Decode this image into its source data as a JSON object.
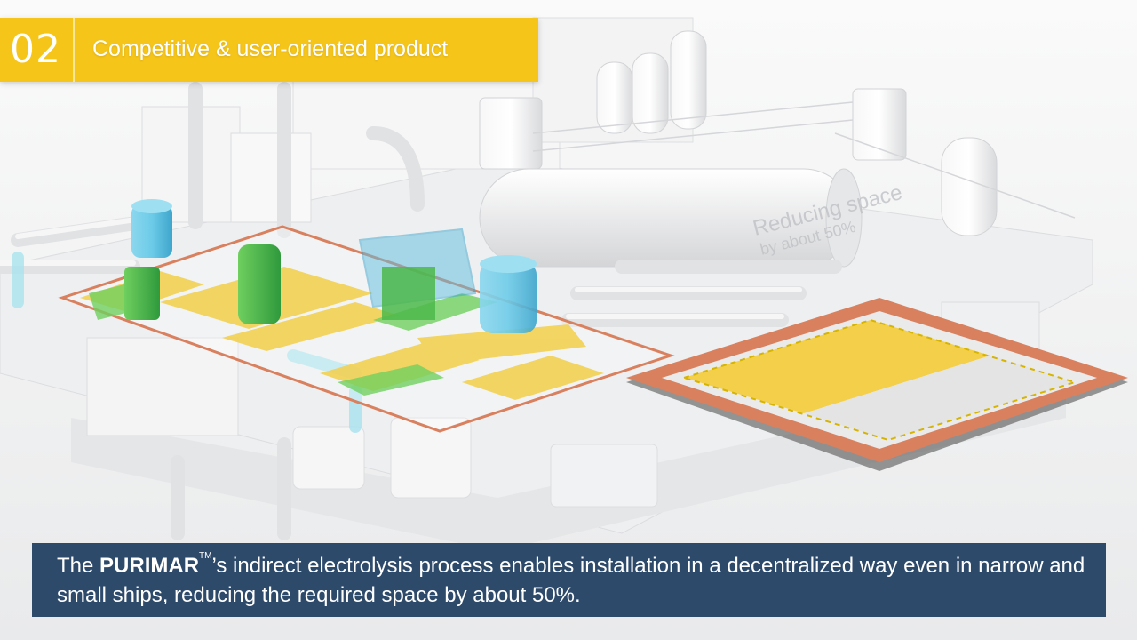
{
  "banner": {
    "number": "02",
    "title": "Competitive & user-oriented product"
  },
  "scene": {
    "overlay_label": "Reducing space by about 50%"
  },
  "caption": {
    "prefix": "The ",
    "brand": "PURIMAR",
    "trademark": "TM",
    "text": "’s indirect electrolysis process enables installation in a decentralized way even in narrow and small ships, reducing the required space by about 50%."
  },
  "colors": {
    "banner_yellow": "#f6c51a",
    "caption_navy": "#2d4a6b",
    "footprint_orange": "#d9805f",
    "footprint_yellow": "#f3cf4a",
    "pump_green": "#4cb84a",
    "tank_blue": "#5fbfe0"
  }
}
